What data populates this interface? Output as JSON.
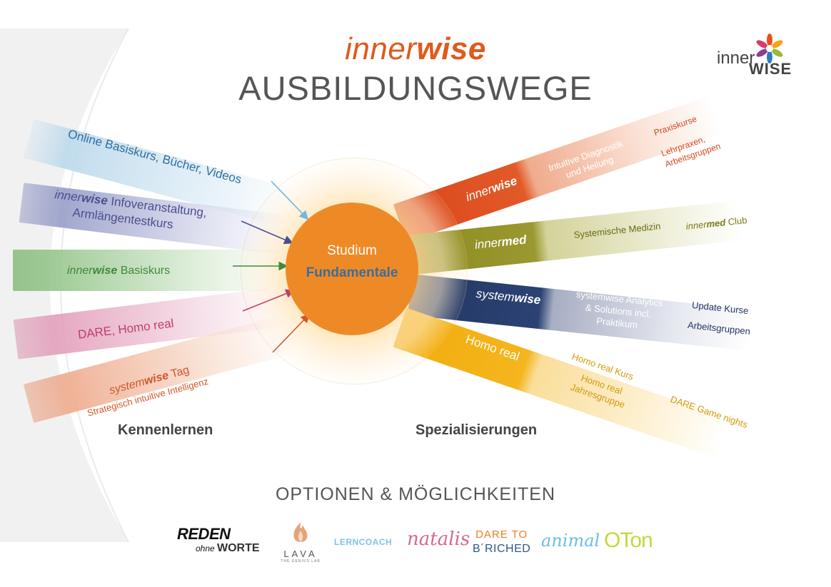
{
  "header": {
    "brand_light": "inner",
    "brand_bold": "wise",
    "title": "AUSBILDUNGSWEGE"
  },
  "logo": {
    "inner": "inner",
    "wise": "WISE"
  },
  "center": {
    "line1": "Studium",
    "line2": "Fundamentale"
  },
  "left_paths": [
    {
      "text": "Online Basiskurs, Bücher, Videos",
      "color": "#2f6ea3"
    },
    {
      "text_prefix": "inner",
      "text_bold": "wise",
      "text": " Infoveranstaltung,",
      "text2": "Armlängentestkurs",
      "color": "#4b4e8e"
    },
    {
      "text_prefix": "inner",
      "text_bold": "wise",
      "text": " Basiskurs",
      "color": "#3d8b3a"
    },
    {
      "text": "DARE, Homo real",
      "color": "#c13c6d"
    },
    {
      "text_prefix": "system",
      "text_bold": "wise",
      "text": " Tag",
      "text2": "Strategisch intuitive Intelligenz",
      "color": "#d2552a"
    }
  ],
  "right_paths": [
    {
      "name_light": "inner",
      "name_bold": "wise",
      "items": [
        "Intuitive Diagnostik",
        "und Heilung",
        "Praxiskurse",
        "Lehrpraxen,",
        "Arbeitsgruppen"
      ],
      "color": "#d9461c"
    },
    {
      "name_light": "inner",
      "name_bold": "med",
      "items": [
        "Systemische Medizin",
        "innermed Club"
      ],
      "club_light": "inner",
      "club_bold": "med",
      "club_rest": " Club",
      "color": "#8c8a1e"
    },
    {
      "name_light": "system",
      "name_bold": "wise",
      "items": [
        "systemwise Analytics",
        "& Solutions incl.",
        "Praktikum",
        "Update Kurse",
        "Arbeitsgruppen"
      ],
      "color": "#233763"
    },
    {
      "name_light": "Homo real",
      "name_bold": "",
      "items": [
        "Homo real Kurs",
        "Homo real",
        "Jahresgruppe",
        "DARE Game nights"
      ],
      "color": "#f2ad0c"
    }
  ],
  "labels": {
    "left": "Kennenlernen",
    "right": "Spezialisierungen",
    "options": "OPTIONEN & MÖGLICHKEITEN"
  },
  "partners": [
    "REDEN",
    "ohne",
    "WORTE",
    "LAVA",
    "THE GENIUS LAB",
    "LERNCOACH",
    "natalis",
    "DARE TO",
    "B´RICHED",
    "animal",
    "OTon"
  ]
}
